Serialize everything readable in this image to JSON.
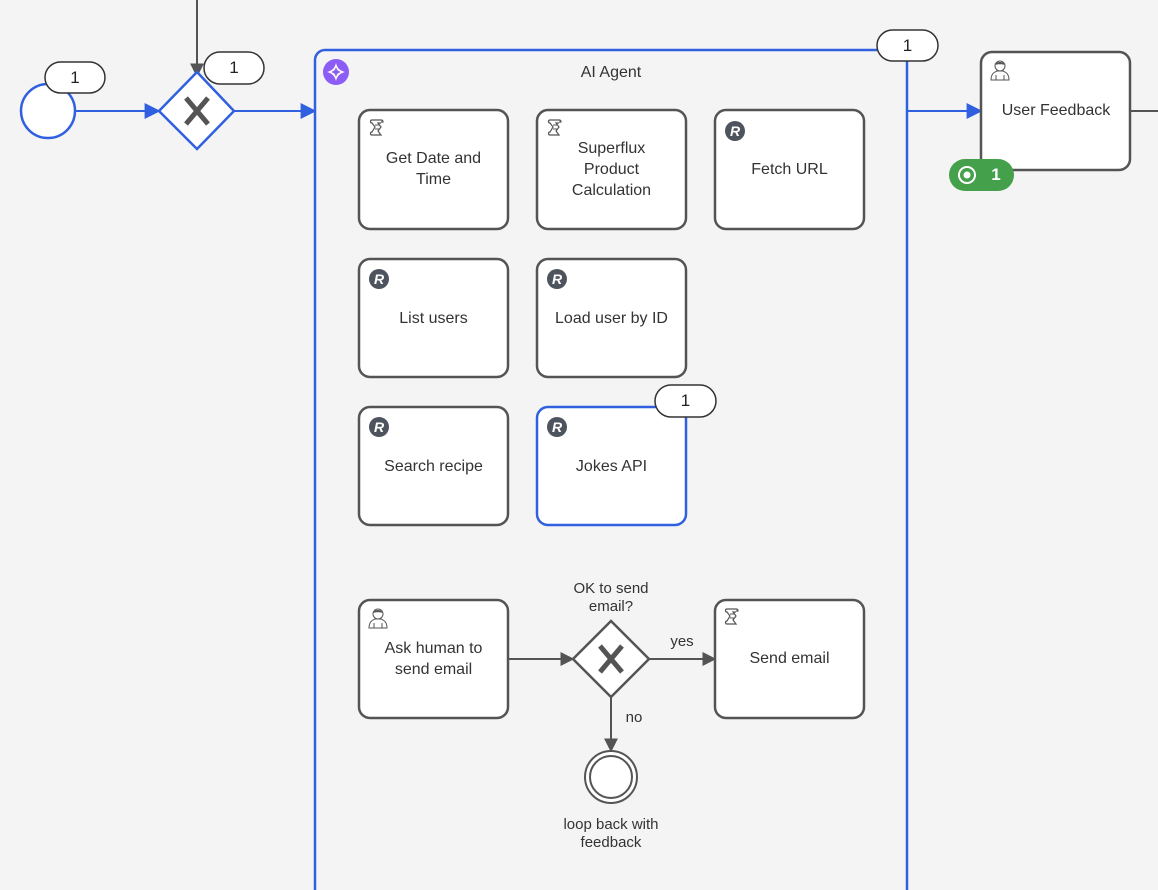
{
  "colors": {
    "background": "#f4f4f4",
    "selected": "#3060e0",
    "stroke": "#545454",
    "token_green": "#44a04a",
    "agent_purple": "#8b5cf6"
  },
  "subprocess": {
    "title": "AI Agent",
    "instance_count": "1",
    "icon": "sparkle-icon"
  },
  "start_event": {
    "count": "1"
  },
  "gateway_main": {
    "count": "1",
    "icon": "x-icon"
  },
  "tasks": [
    {
      "id": "get-date",
      "label": "Get Date and Time",
      "icon": "script-icon"
    },
    {
      "id": "superflux",
      "label": "Superflux Product Calculation",
      "icon": "script-icon"
    },
    {
      "id": "fetch-url",
      "label": "Fetch URL",
      "icon": "rest-icon"
    },
    {
      "id": "list-users",
      "label": "List users",
      "icon": "rest-icon"
    },
    {
      "id": "load-user",
      "label": "Load user by ID",
      "icon": "rest-icon"
    },
    {
      "id": "search-recipe",
      "label": "Search recipe",
      "icon": "rest-icon"
    },
    {
      "id": "jokes-api",
      "label": "Jokes API",
      "icon": "rest-icon",
      "count": "1"
    },
    {
      "id": "ask-human",
      "label": "Ask human to send email",
      "icon": "user-icon"
    },
    {
      "id": "send-email",
      "label": "Send email",
      "icon": "script-icon"
    }
  ],
  "email_gateway": {
    "label": "OK to send email?",
    "yes_label": "yes",
    "no_label": "no"
  },
  "end_event": {
    "label": "loop back with feedback"
  },
  "user_feedback": {
    "label": "User Feedback",
    "icon": "user-icon",
    "token_count": "1"
  }
}
